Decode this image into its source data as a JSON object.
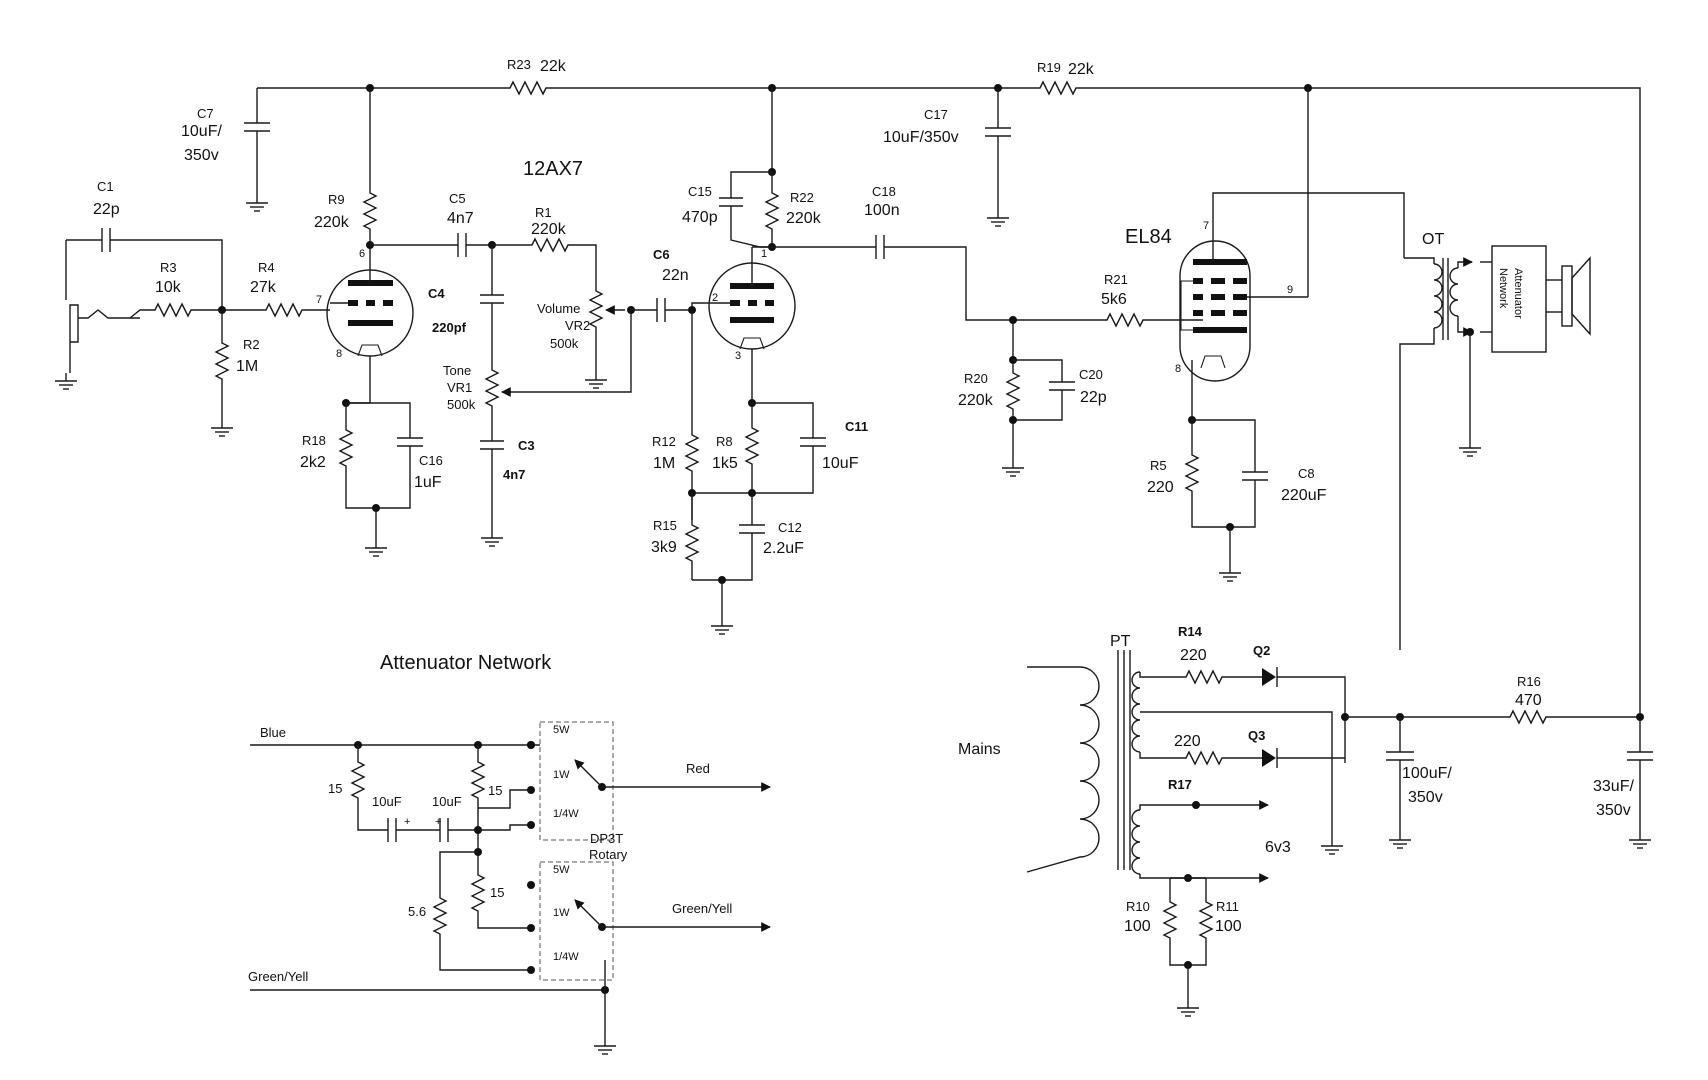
{
  "titles": {
    "preamp_tube": "12AX7",
    "power_tube": "EL84",
    "attenuator": "Attenuator Network",
    "output_transformer": "OT",
    "power_transformer": "PT",
    "mains": "Mains",
    "heater": "6v3",
    "speaker_box_line1": "Attenuator",
    "speaker_box_line2": "Network"
  },
  "pins": {
    "v1a_plate": "6",
    "v1a_grid": "7",
    "v1a_cathode": "8",
    "v1b_plate": "1",
    "v1b_grid": "2",
    "v1b_cathode": "3",
    "el84_plate": "7",
    "el84_screen": "9",
    "el84_cathode": "8"
  },
  "components": {
    "c1": {
      "ref": "C1",
      "value": "22p"
    },
    "r3": {
      "ref": "R3",
      "value": "10k"
    },
    "r4": {
      "ref": "R4",
      "value": "27k"
    },
    "r2": {
      "ref": "R2",
      "value": "1M"
    },
    "c7": {
      "ref": "C7",
      "value_line1": "10uF/",
      "value_line2": "350v"
    },
    "r9": {
      "ref": "R9",
      "value": "220k"
    },
    "r23": {
      "ref": "R23",
      "value": "22k"
    },
    "c5": {
      "ref": "C5",
      "value": "4n7"
    },
    "r1": {
      "ref": "R1",
      "value": "220k"
    },
    "c4": {
      "ref": "C4",
      "value": "220pf"
    },
    "vr2": {
      "ref_line1": "Volume",
      "ref_line2": "VR2",
      "value": "500k"
    },
    "vr1": {
      "ref_line1": "Tone",
      "ref_line2": "VR1",
      "value": "500k"
    },
    "c3": {
      "ref": "C3",
      "value": "4n7"
    },
    "r18": {
      "ref": "R18",
      "value": "2k2"
    },
    "c16": {
      "ref": "C16",
      "value": "1uF"
    },
    "c6": {
      "ref": "C6",
      "value": "22n"
    },
    "c15": {
      "ref": "C15",
      "value": "470p"
    },
    "r22": {
      "ref": "R22",
      "value": "220k"
    },
    "c18": {
      "ref": "C18",
      "value": "100n"
    },
    "r12": {
      "ref": "R12",
      "value": "1M"
    },
    "r8": {
      "ref": "R8",
      "value": "1k5"
    },
    "c11": {
      "ref": "C11",
      "value": "10uF"
    },
    "r15": {
      "ref": "R15",
      "value": "3k9"
    },
    "c12": {
      "ref": "C12",
      "value": "2.2uF"
    },
    "c17": {
      "ref": "C17",
      "value": "10uF/350v"
    },
    "r19": {
      "ref": "R19",
      "value": "22k"
    },
    "r21": {
      "ref": "R21",
      "value": "5k6"
    },
    "r20": {
      "ref": "R20",
      "value": "220k"
    },
    "c20": {
      "ref": "C20",
      "value": "22p"
    },
    "r5": {
      "ref": "R5",
      "value": "220"
    },
    "c8": {
      "ref": "C8",
      "value": "220uF"
    },
    "r14": {
      "ref": "R14",
      "value": "220"
    },
    "q2": {
      "ref": "Q2"
    },
    "r_q3": {
      "value": "220"
    },
    "q3": {
      "ref": "Q3"
    },
    "r17": {
      "ref": "R17"
    },
    "r10": {
      "ref": "R10",
      "value": "100"
    },
    "r11": {
      "ref": "R11",
      "value": "100"
    },
    "r16": {
      "ref": "R16",
      "value": "470"
    },
    "c_main": {
      "value_line1": "100uF/",
      "value_line2": "350v"
    },
    "c_end": {
      "value_line1": "33uF/",
      "value_line2": "350v"
    }
  },
  "attenuator": {
    "blue": "Blue",
    "red": "Red",
    "green_yell_out": "Green/Yell",
    "green_yell_in": "Green/Yell",
    "r_15_a": "15",
    "r_15_b": "15",
    "r_15_c": "15",
    "r_5_6": "5.6",
    "cap_a": "10uF",
    "cap_b": "10uF",
    "plus": "+",
    "switch_line1": "DP3T",
    "switch_line2": "Rotary",
    "pos_5w": "5W",
    "pos_1w": "1W",
    "pos_quarter": "1/4W"
  }
}
